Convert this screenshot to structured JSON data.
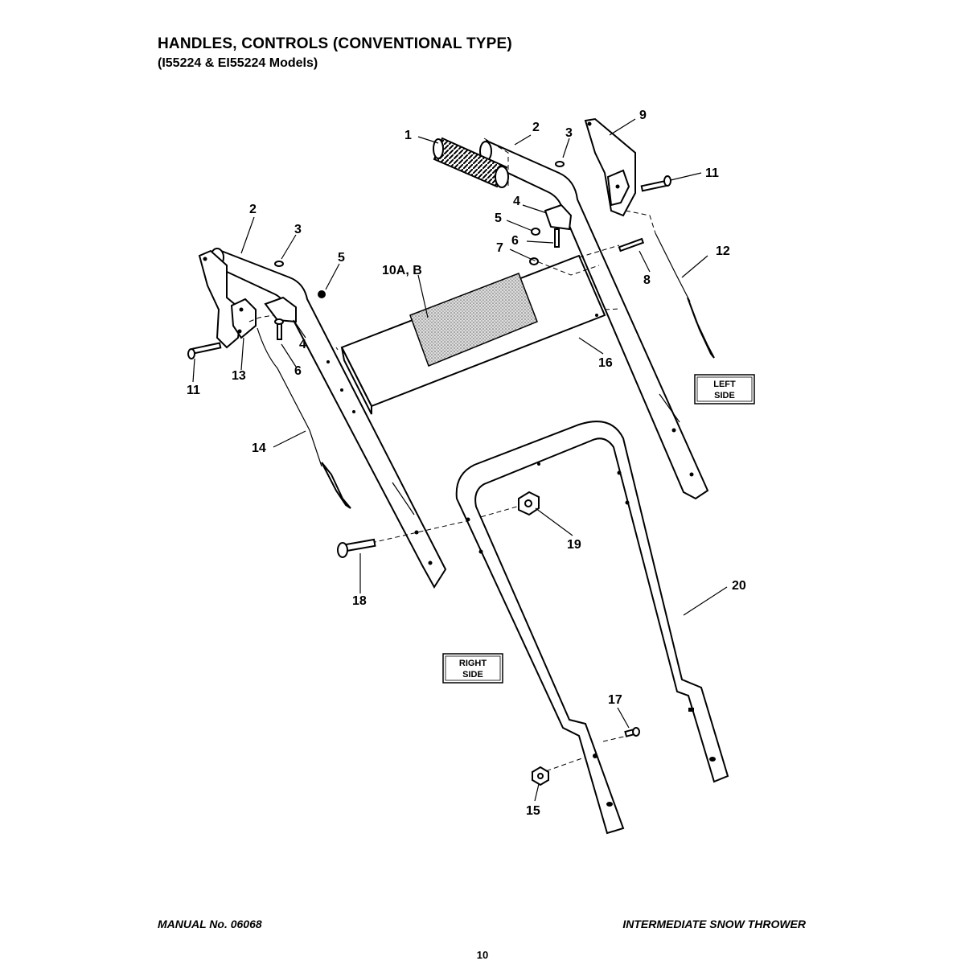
{
  "header": {
    "title": "HANDLES, CONTROLS (CONVENTIONAL TYPE)",
    "subtitle": "(I55224 & EI55224 Models)"
  },
  "callouts": {
    "c1": "1",
    "c2a": "2",
    "c3a": "3",
    "c9": "9",
    "c11a": "11",
    "c4a": "4",
    "c5a": "5",
    "c6a": "6",
    "c7": "7",
    "c8": "8",
    "c12": "12",
    "c2b": "2",
    "c3b": "3",
    "c5b": "5",
    "c10": "10A, B",
    "c4b": "4",
    "c6b": "6",
    "c13": "13",
    "c11b": "11",
    "c16": "16",
    "c14": "14",
    "c19": "19",
    "c18": "18",
    "c20": "20",
    "c17": "17",
    "c15": "15"
  },
  "side_labels": {
    "left_line1": "LEFT",
    "left_line2": "SIDE",
    "right_line1": "RIGHT",
    "right_line2": "SIDE"
  },
  "footer": {
    "manual": "MANUAL No. 06068",
    "product": "INTERMEDIATE SNOW THROWER",
    "page": "10"
  }
}
